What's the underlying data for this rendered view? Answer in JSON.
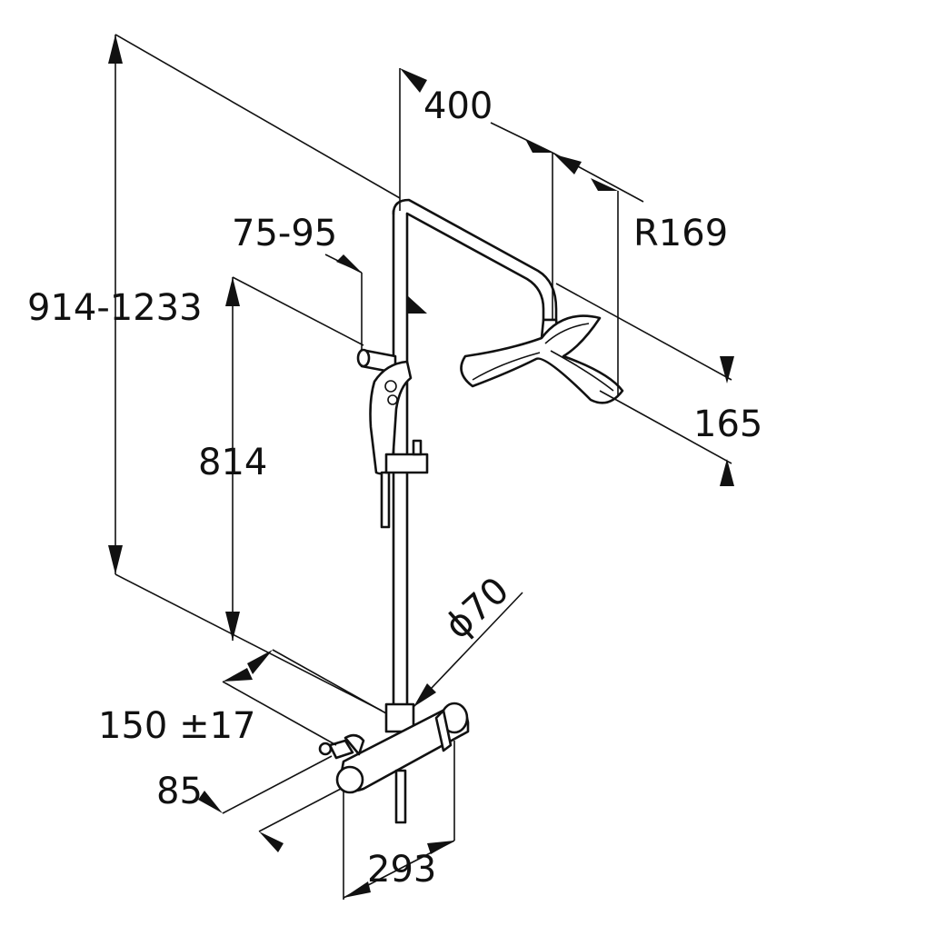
{
  "dimensions": {
    "total_height": "914-1233",
    "arm_length": "400",
    "head_radius": "R169",
    "head_width": "165",
    "slider_height": "814",
    "holder_offset": "75-95",
    "pipe_diameter": "ϕ70",
    "inlet_spacing": "150 ±17",
    "wall_offset": "85",
    "mixer_length": "293"
  }
}
